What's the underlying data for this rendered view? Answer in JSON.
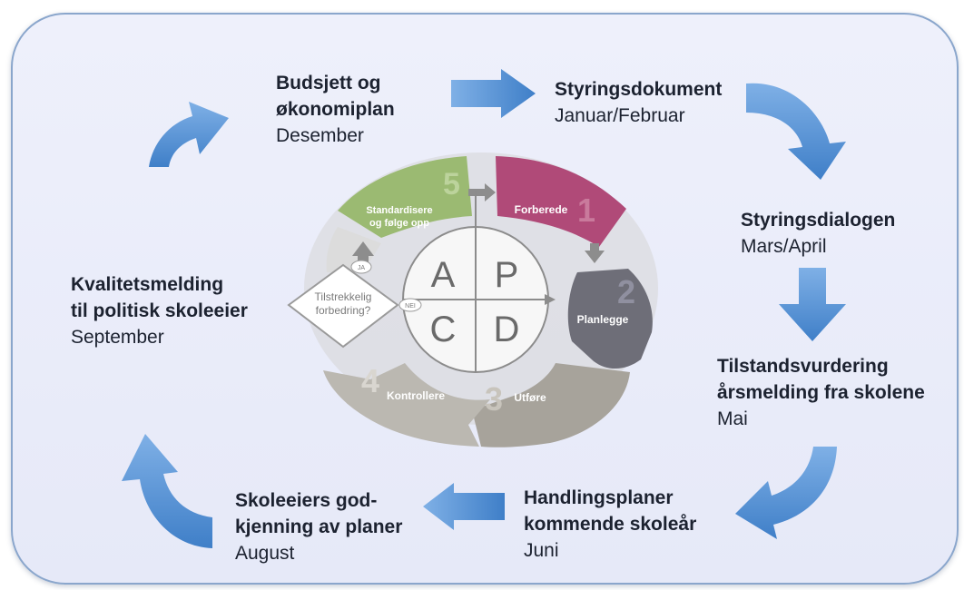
{
  "steps": {
    "budsjett": {
      "title1": "Budsjett og",
      "title2": "økonomiplan",
      "date": "Desember"
    },
    "styringsdokument": {
      "title1": "Styringsdokument",
      "date": "Januar/Februar"
    },
    "styringsdialogen": {
      "title1": "Styringsdialogen",
      "date": "Mars/April"
    },
    "tilstandsvurdering": {
      "title1": "Tilstandsvurdering",
      "title2": "årsmelding fra skolene",
      "date": "Mai"
    },
    "handlingsplaner": {
      "title1": "Handlingsplaner",
      "title2": "kommende skoleår",
      "date": "Juni"
    },
    "godkjenning": {
      "title1": "Skoleeiers god-",
      "title2": "kjenning av planer",
      "date": "August"
    },
    "kvalitetsmelding": {
      "title1": "Kvalitetsmelding",
      "title2": "til politisk skoleeier",
      "date": "September"
    }
  },
  "wheel": {
    "segments": {
      "forberede": {
        "label": "Forberede",
        "number": "1"
      },
      "planlegge": {
        "label": "Planlegge",
        "number": "2"
      },
      "utfore": {
        "label": "Utføre",
        "number": "3"
      },
      "kontrollere": {
        "label": "Kontrollere",
        "number": "4"
      },
      "standardisere": {
        "label1": "Standardisere",
        "label2": "og følge opp",
        "number": "5"
      }
    },
    "quadrants": {
      "a": "A",
      "p": "P",
      "c": "C",
      "d": "D"
    },
    "decision": {
      "line1": "Tilstrekkelig",
      "line2": "forbedring?",
      "yes": "JA",
      "no": "NEI"
    }
  },
  "colors": {
    "arrow": "#4a86cc",
    "forberede": "#b04a78",
    "planlegge": "#6e6e78",
    "utfore": "#a7a39b",
    "kontrollere": "#bbb8b1",
    "standardisere": "#9bba72"
  }
}
